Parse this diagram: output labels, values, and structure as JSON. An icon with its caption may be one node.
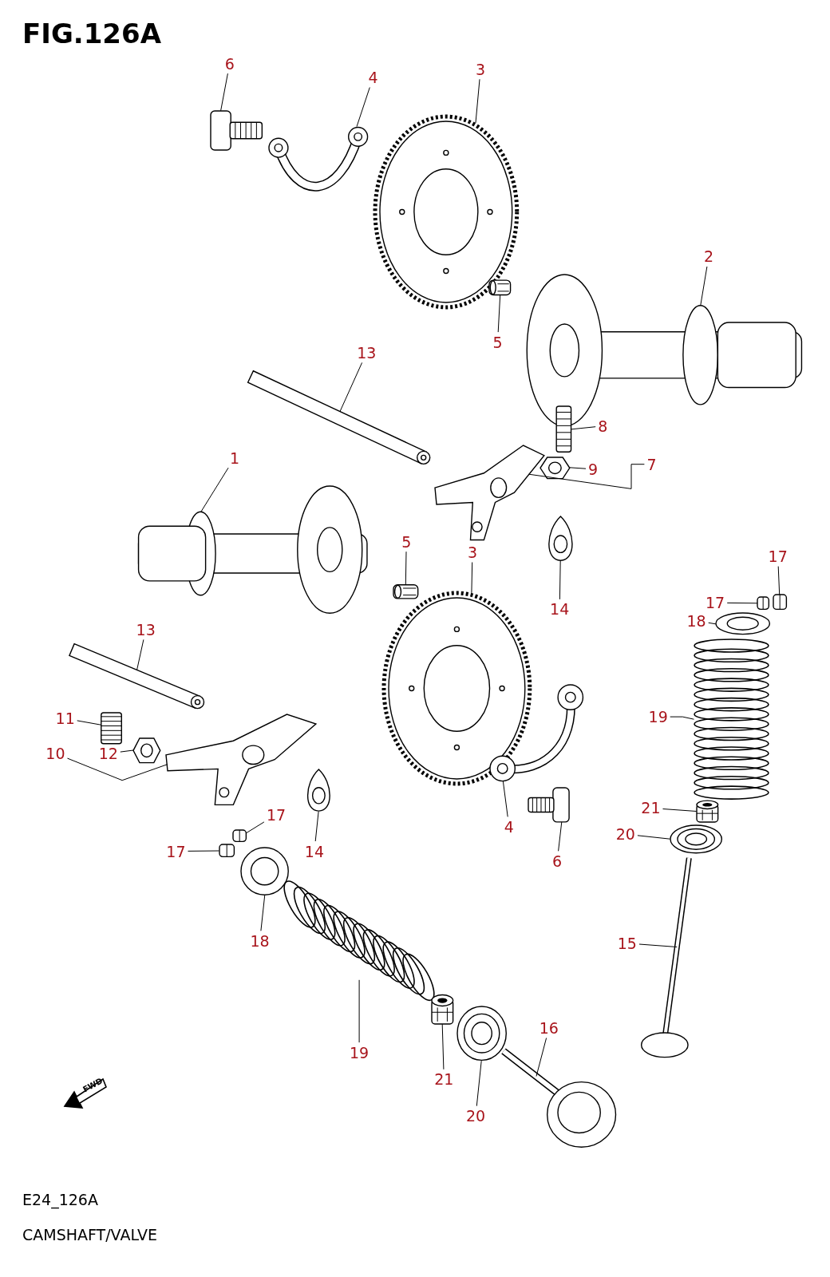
{
  "diagram": {
    "title": "FIG.126A",
    "caption": "CAMSHAFT/VALVE",
    "nodes": [
      {
        "text": [
          "6"
        ]
      },
      {
        "text": [],
        "shape": "picture"
      },
      {
        "text": [
          "4"
        ]
      },
      {
        "text": [],
        "shape": "picture"
      },
      {
        "text": [
          "3"
        ]
      },
      {
        "text": [],
        "shape": "picture"
      },
      {
        "text": [
          "2"
        ]
      },
      {
        "text": [],
        "shape": "picture"
      },
      {
        "text": [
          "5"
        ]
      },
      {
        "text": [],
        "shape": "picture"
      },
      {
        "text": [
          "13"
        ]
      },
      {
        "text": [],
        "shape": "picture"
      },
      {
        "text": [
          "8"
        ]
      },
      {
        "text": [],
        "shape": "picture"
      },
      {
        "text": [
          "9"
        ]
      },
      {
        "text": [],
        "shape": "picture"
      },
      {
        "text": [
          "7"
        ]
      },
      {
        "text": [],
        "shape": "picture"
      },
      {
        "text": [
          "1"
        ]
      },
      {
        "text": [],
        "shape": "picture"
      },
      {
        "text": [
          "5"
        ]
      },
      {
        "text": [],
        "shape": "picture"
      },
      {
        "text": [
          "3"
        ]
      },
      {
        "text": [],
        "shape": "picture"
      },
      {
        "text": [
          "14"
        ]
      },
      {
        "text": [],
        "shape": "picture"
      },
      {
        "text": [
          "17"
        ]
      },
      {
        "text": [],
        "shape": "picture"
      },
      {
        "text": [
          "17"
        ]
      },
      {
        "text": [],
        "shape": "picture"
      },
      {
        "text": [
          "18"
        ]
      },
      {
        "text": [],
        "shape": "picture"
      },
      {
        "text": [
          "13"
        ]
      },
      {
        "text": [],
        "shape": "picture"
      },
      {
        "text": [
          "19"
        ]
      },
      {
        "text": [],
        "shape": "picture"
      },
      {
        "text": [
          "11"
        ]
      },
      {
        "text": [],
        "shape": "picture"
      },
      {
        "text": [
          "10"
        ]
      },
      {
        "text": [],
        "shape": "picture"
      },
      {
        "text": [
          "12"
        ]
      },
      {
        "text": [],
        "shape": "picture"
      },
      {
        "text": [
          "4"
        ]
      },
      {
        "text": [],
        "shape": "picture"
      },
      {
        "text": [
          "6"
        ]
      },
      {
        "text": [],
        "shape": "picture"
      },
      {
        "text": [
          "14"
        ]
      },
      {
        "text": [],
        "shape": "picture"
      },
      {
        "text": [
          "17"
        ]
      },
      {
        "text": [],
        "shape": "picture"
      },
      {
        "text": [
          "17"
        ]
      },
      {
        "text": [],
        "shape": "picture"
      },
      {
        "text": [
          "21"
        ]
      },
      {
        "text": [],
        "shape": "picture"
      },
      {
        "text": [
          "20"
        ]
      },
      {
        "text": [],
        "shape": "picture"
      },
      {
        "text": [
          "18"
        ]
      },
      {
        "text": [],
        "shape": "picture"
      },
      {
        "text": [
          "15"
        ]
      },
      {
        "text": [],
        "shape": "picture"
      },
      {
        "text": [
          "16"
        ]
      },
      {
        "text": [],
        "shape": "picture"
      },
      {
        "text": [
          "19"
        ]
      },
      {
        "text": [],
        "shape": "picture"
      },
      {
        "text": [
          "21"
        ]
      },
      {
        "text": [],
        "shape": "picture"
      },
      {
        "text": [
          "20"
        ]
      },
      {
        "text": [],
        "shape": "picture"
      }
    ],
    "edges": [
      {
        "from": 0,
        "to": 1,
        "arrow": "none"
      },
      {
        "from": 2,
        "to": 3,
        "arrow": "none"
      },
      {
        "from": 4,
        "to": 5,
        "arrow": "none"
      },
      {
        "from": 6,
        "to": 7,
        "arrow": "none"
      },
      {
        "from": 8,
        "to": 9,
        "arrow": "none"
      },
      {
        "from": 10,
        "to": 11,
        "arrow": "none"
      },
      {
        "from": 12,
        "to": 13,
        "arrow": "none"
      },
      {
        "from": 14,
        "to": 15,
        "arrow": "none"
      },
      {
        "from": 16,
        "to": 17,
        "arrow": "none"
      },
      {
        "from": 18,
        "to": 19,
        "arrow": "none"
      },
      {
        "from": 20,
        "to": 21,
        "arrow": "none"
      },
      {
        "from": 22,
        "to": 23,
        "arrow": "none"
      },
      {
        "from": 24,
        "to": 25,
        "arrow": "none"
      },
      {
        "from": 26,
        "to": 27,
        "arrow": "none"
      },
      {
        "from": 28,
        "to": 29,
        "arrow": "none"
      },
      {
        "from": 30,
        "to": 31,
        "arrow": "none"
      },
      {
        "from": 32,
        "to": 33,
        "arrow": "none"
      },
      {
        "from": 34,
        "to": 35,
        "arrow": "none"
      },
      {
        "from": 36,
        "to": 37,
        "arrow": "none"
      },
      {
        "from": 38,
        "to": 39,
        "arrow": "none"
      },
      {
        "from": 40,
        "to": 41,
        "arrow": "none"
      },
      {
        "from": 42,
        "to": 43,
        "arrow": "none"
      },
      {
        "from": 44,
        "to": 45,
        "arrow": "none"
      },
      {
        "from": 46,
        "to": 47,
        "arrow": "none"
      },
      {
        "from": 48,
        "to": 49,
        "arrow": "none"
      },
      {
        "from": 50,
        "to": 51,
        "arrow": "none"
      },
      {
        "from": 52,
        "to": 53,
        "arrow": "none"
      },
      {
        "from": 54,
        "to": 55,
        "arrow": "none"
      },
      {
        "from": 56,
        "to": 57,
        "arrow": "none"
      },
      {
        "from": 58,
        "to": 59,
        "arrow": "none"
      },
      {
        "from": 60,
        "to": 61,
        "arrow": "none"
      },
      {
        "from": 62,
        "to": 63,
        "arrow": "none"
      },
      {
        "from": 64,
        "to": 65,
        "arrow": "none"
      },
      {
        "from": 66,
        "to": 67,
        "arrow": "none"
      }
    ],
    "labels": [
      "FWD",
      "E24_126A"
    ]
  }
}
